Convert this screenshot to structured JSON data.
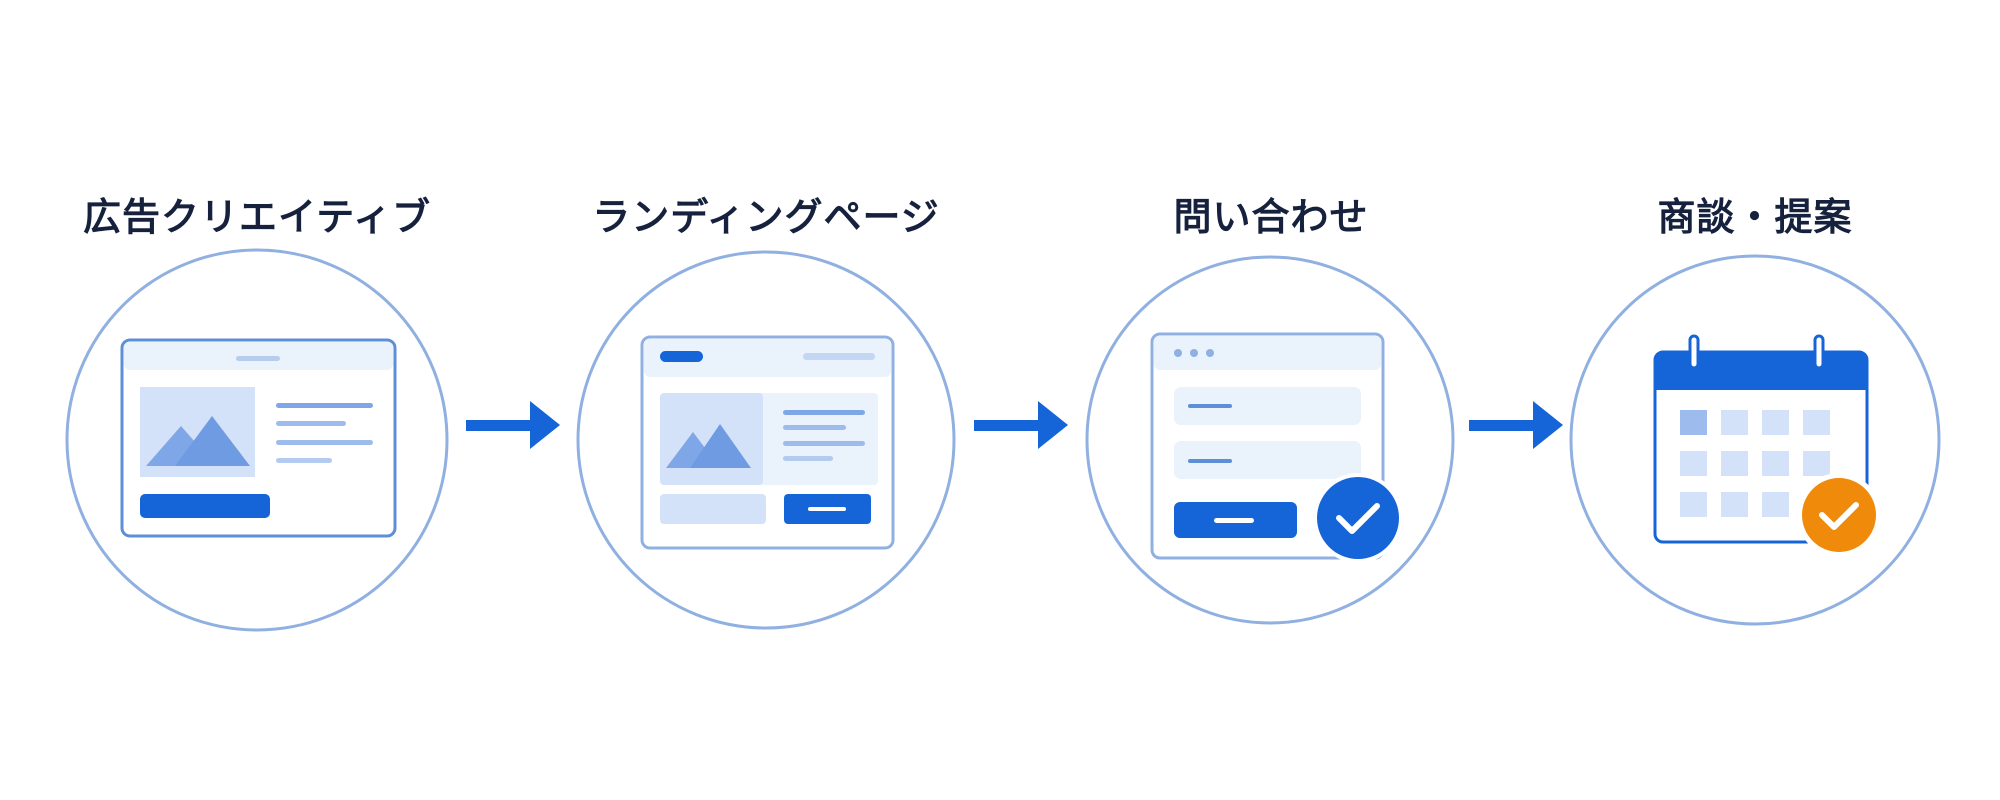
{
  "steps": [
    {
      "label": "広告クリエイティブ",
      "icon": "ad-creative-window-icon"
    },
    {
      "label": "ランディングページ",
      "icon": "landing-page-window-icon"
    },
    {
      "label": "問い合わせ",
      "icon": "inquiry-form-icon"
    },
    {
      "label": "商談・提案",
      "icon": "calendar-meeting-icon"
    }
  ],
  "connectors": [
    "right-arrow-icon",
    "right-arrow-icon",
    "right-arrow-icon"
  ],
  "colors": {
    "title": "#16213e",
    "circle_stroke": "#8fb0e0",
    "primary_blue": "#1565d8",
    "light_blue": "#cfe0f7",
    "pale_blue": "#eaf2fc",
    "window_stroke": "#5d8fd6",
    "orange": "#f08a0a"
  }
}
